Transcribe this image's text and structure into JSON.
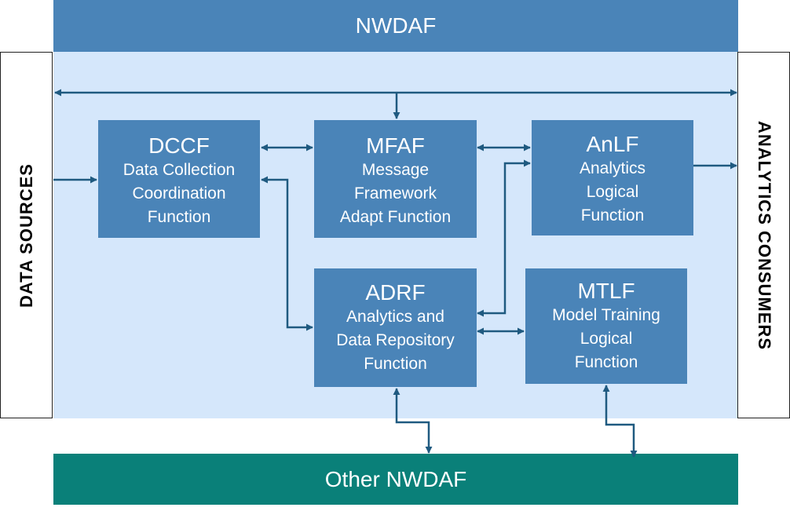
{
  "header": {
    "title": "NWDAF"
  },
  "footer": {
    "title": "Other NWDAF"
  },
  "left_panel": {
    "label": "DATA SOURCES"
  },
  "right_panel": {
    "label": "ANALYTICS CONSUMERS"
  },
  "functions": {
    "dccf": {
      "abbr": "DCCF",
      "lines": [
        "Data Collection",
        "Coordination",
        "Function"
      ]
    },
    "mfaf": {
      "abbr": "MFAF",
      "lines": [
        "Message",
        "Framework",
        "Adapt Function"
      ]
    },
    "anlf": {
      "abbr": "AnLF",
      "lines": [
        "Analytics",
        "Logical",
        "Function"
      ]
    },
    "adrf": {
      "abbr": "ADRF",
      "lines": [
        "Analytics and",
        "Data Repository",
        "Function"
      ]
    },
    "mtlf": {
      "abbr": "MTLF",
      "lines": [
        "Model Training",
        "Logical",
        "Function"
      ]
    }
  },
  "colors": {
    "box": "#4a84b8",
    "area": "#d5e7fb",
    "footer": "#0a8079",
    "arrow": "#1f5a80"
  }
}
